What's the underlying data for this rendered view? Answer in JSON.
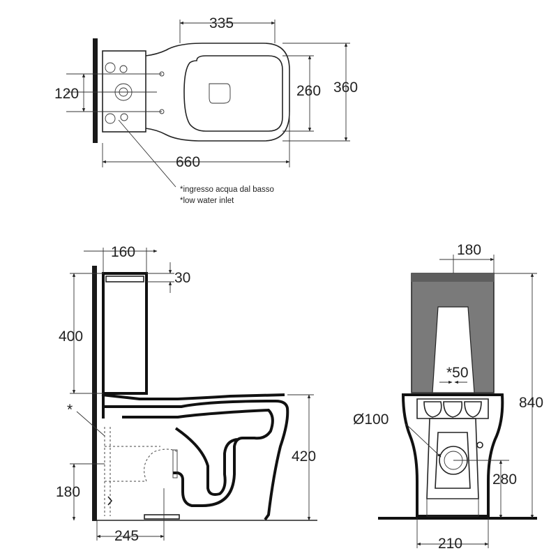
{
  "plan_view": {
    "dimensions": {
      "seat_width": "335",
      "opening_depth": "260",
      "overall_depth": "360",
      "inlet_offset": "120",
      "overall_length": "660"
    },
    "note_it": "*ingresso acqua dal basso",
    "note_en": "*low water inlet"
  },
  "side_view": {
    "dimensions": {
      "cistern_depth": "160",
      "lid_thickness": "30",
      "cistern_height": "400",
      "bowl_height": "420",
      "outlet_height": "180",
      "outlet_distance": "245"
    },
    "asterisk": "*"
  },
  "front_view": {
    "dimensions": {
      "top_width": "180",
      "inlet_offset": "*50",
      "outlet_diameter": "Ø100",
      "total_height": "840",
      "outlet_height": "280",
      "base_width": "210"
    }
  }
}
